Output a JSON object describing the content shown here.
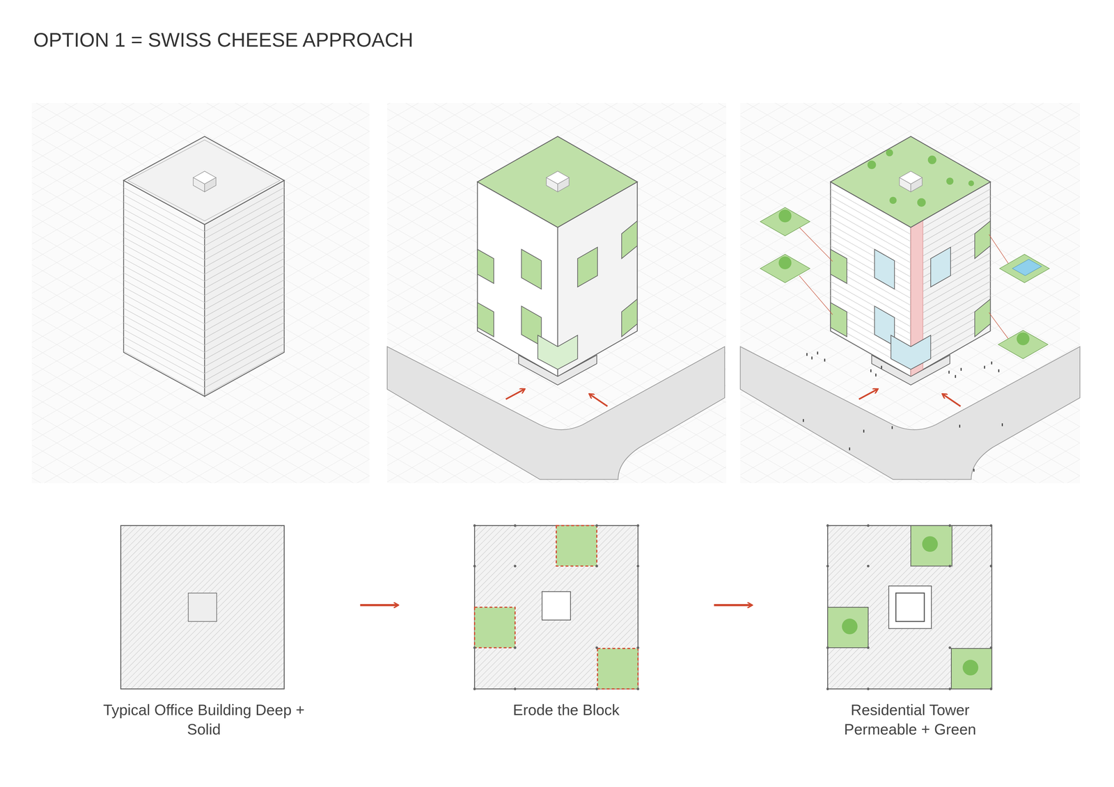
{
  "diagram": {
    "title": "OPTION 1 = SWISS CHEESE APPROACH",
    "labels": [
      "Typical Office Building Deep + Solid",
      "Erode the Block",
      "Residential Tower Permeable + Green"
    ]
  }
}
